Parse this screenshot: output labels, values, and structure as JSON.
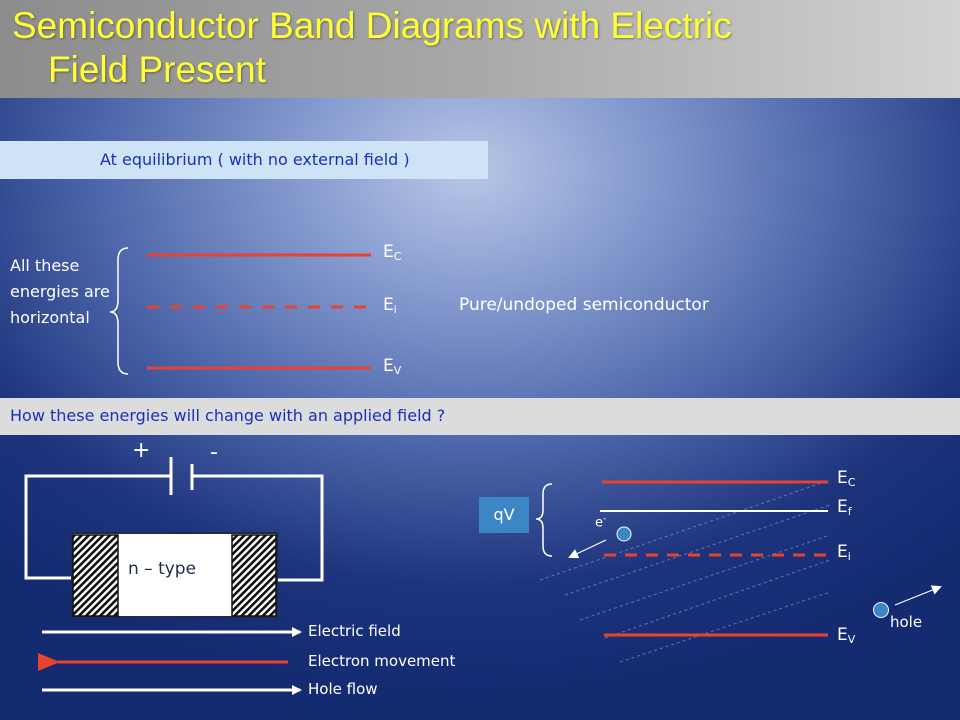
{
  "title_line1": "Semiconductor Band Diagrams with  Electric",
  "title_line2": "Field Present",
  "equilibrium_box": "At equilibrium ( with no external field )",
  "applied_field_box": "How these energies will change with an applied field ?",
  "bracket_note": "All these energies are horizontal",
  "pure_label": "Pure/undoped semiconductor",
  "bands_top": [
    {
      "main": "E",
      "sub": "C"
    },
    {
      "main": "E",
      "sub": "i"
    },
    {
      "main": "E",
      "sub": "V"
    }
  ],
  "bands_right": [
    {
      "main": "E",
      "sub": "C"
    },
    {
      "main": "E",
      "sub": "f"
    },
    {
      "main": "E",
      "sub": "i"
    },
    {
      "main": "E",
      "sub": "V"
    }
  ],
  "battery": {
    "plus": "+",
    "minus": "-"
  },
  "sample_label": "n – type",
  "qv_label": "qV",
  "electron_label": {
    "main": "e",
    "sup": "-"
  },
  "hole_label": "hole",
  "legend": {
    "electric_field": "Electric field",
    "electron_movement": "Electron movement",
    "hole_flow": "Hole flow"
  },
  "colors": {
    "title": "#ffff33",
    "band": "#e8432e",
    "box_text": "#1a2fbf",
    "qv_box": "#3d86c6"
  }
}
